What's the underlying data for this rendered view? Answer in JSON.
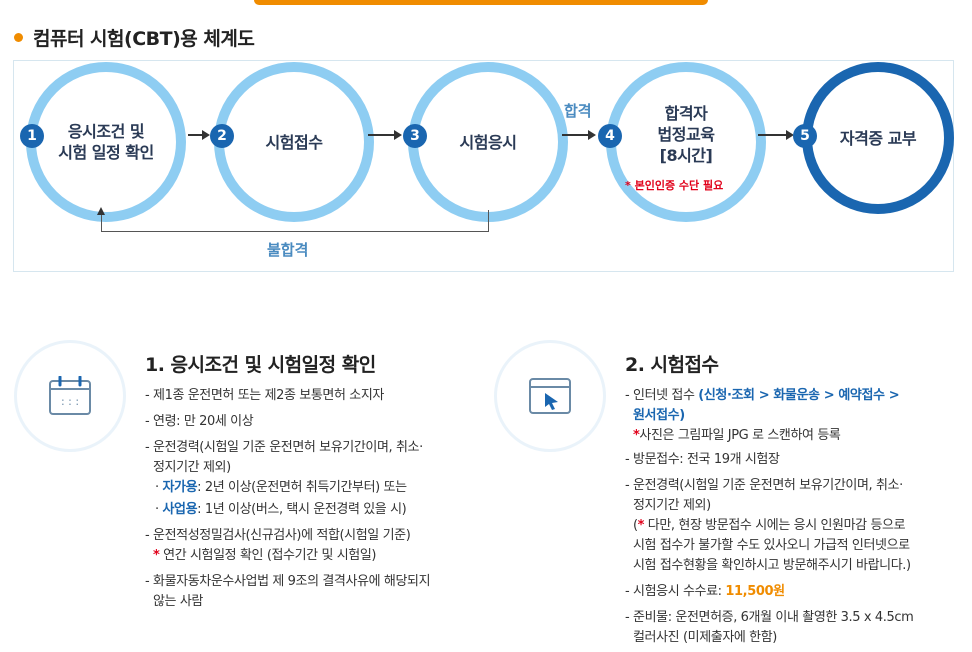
{
  "section": {
    "title": "컴퓨터 시험(CBT)용 체계도"
  },
  "flow": {
    "steps": [
      {
        "num": "1",
        "line1": "응시조건 및",
        "line2": "시험 일정 확인",
        "line3": ""
      },
      {
        "num": "2",
        "line1": "시험접수",
        "line2": "",
        "line3": ""
      },
      {
        "num": "3",
        "line1": "시험응시",
        "line2": "",
        "line3": ""
      },
      {
        "num": "4",
        "line1": "합격자",
        "line2": "법정교육",
        "line3": "[8시간]"
      },
      {
        "num": "5",
        "line1": "자격증 교부",
        "line2": "",
        "line3": ""
      }
    ],
    "pass_label": "합격",
    "fail_label": "불합격",
    "step4_note": "* 본인인증 수단 필요"
  },
  "info1": {
    "title": "1. 응시조건 및 시험일정 확인",
    "items": [
      "- 제1종 운전면허 또는 제2종 보통면허 소지자",
      "- 연령: 만 20세 이상",
      "- 운전경력(시험일 기준 운전면허 보유기간이며, 취소·",
      "정지기간 제외)",
      "· ",
      "자가용",
      ": 2년 이상(운전면허 취득기간부터) 또는",
      "사업용",
      ": 1년 이상(버스, 택시 운전경력 있을 시)",
      "- 운전적성정밀검사(신규검사)에 적합(시험일 기준)",
      "*",
      " 연간 시험일정 확인 (접수기간 및 시험일)",
      "- 화물자동차운수사업법 제 9조의 결격사유에 해당되지",
      "않는 사람"
    ]
  },
  "info2": {
    "title": "2. 시험접수",
    "items": {
      "internet": "- 인터넷 접수 ",
      "internet_path1": "(신청·조회 > 화물운송 > 예약접수 >",
      "internet_path2": "원서접수)",
      "photo_star": "*",
      "photo": "사진은 그림파일 JPG 로 스캔하여 등록",
      "visit": "- 방문접수: 전국 19개 시험장",
      "career1": "- 운전경력(시험일 기준 운전면허 보유기간이며, 취소·",
      "career2": "정지기간 제외)",
      "note_open": "(",
      "note_star": "*",
      "note1": " 다만, 현장 방문접수 시에는 응시 인원마감 등으로",
      "note2": "시험 접수가 불가할 수도 있사오니 가급적 인터넷으로",
      "note3": "시험 접수현황을 확인하시고 방문해주시기 바랍니다.)",
      "fee": "- 시험응시 수수료: ",
      "fee_value": "11,500원",
      "prep1": "- 준비물: 운전면허증, 6개월 이내 촬영한 3.5 x 4.5cm",
      "prep2": "컬러사진 (미제출자에 한함)"
    }
  },
  "icons": {
    "calendar": "calendar-icon",
    "cursor": "cursor-window-icon"
  },
  "colors": {
    "accent": "#f08c00",
    "circle_border": "#8ecdf2",
    "final_border": "#1a66b0",
    "number_bg": "#1a66b0",
    "highlight_blue": "#1a66b0",
    "highlight_red": "#e1001a"
  }
}
